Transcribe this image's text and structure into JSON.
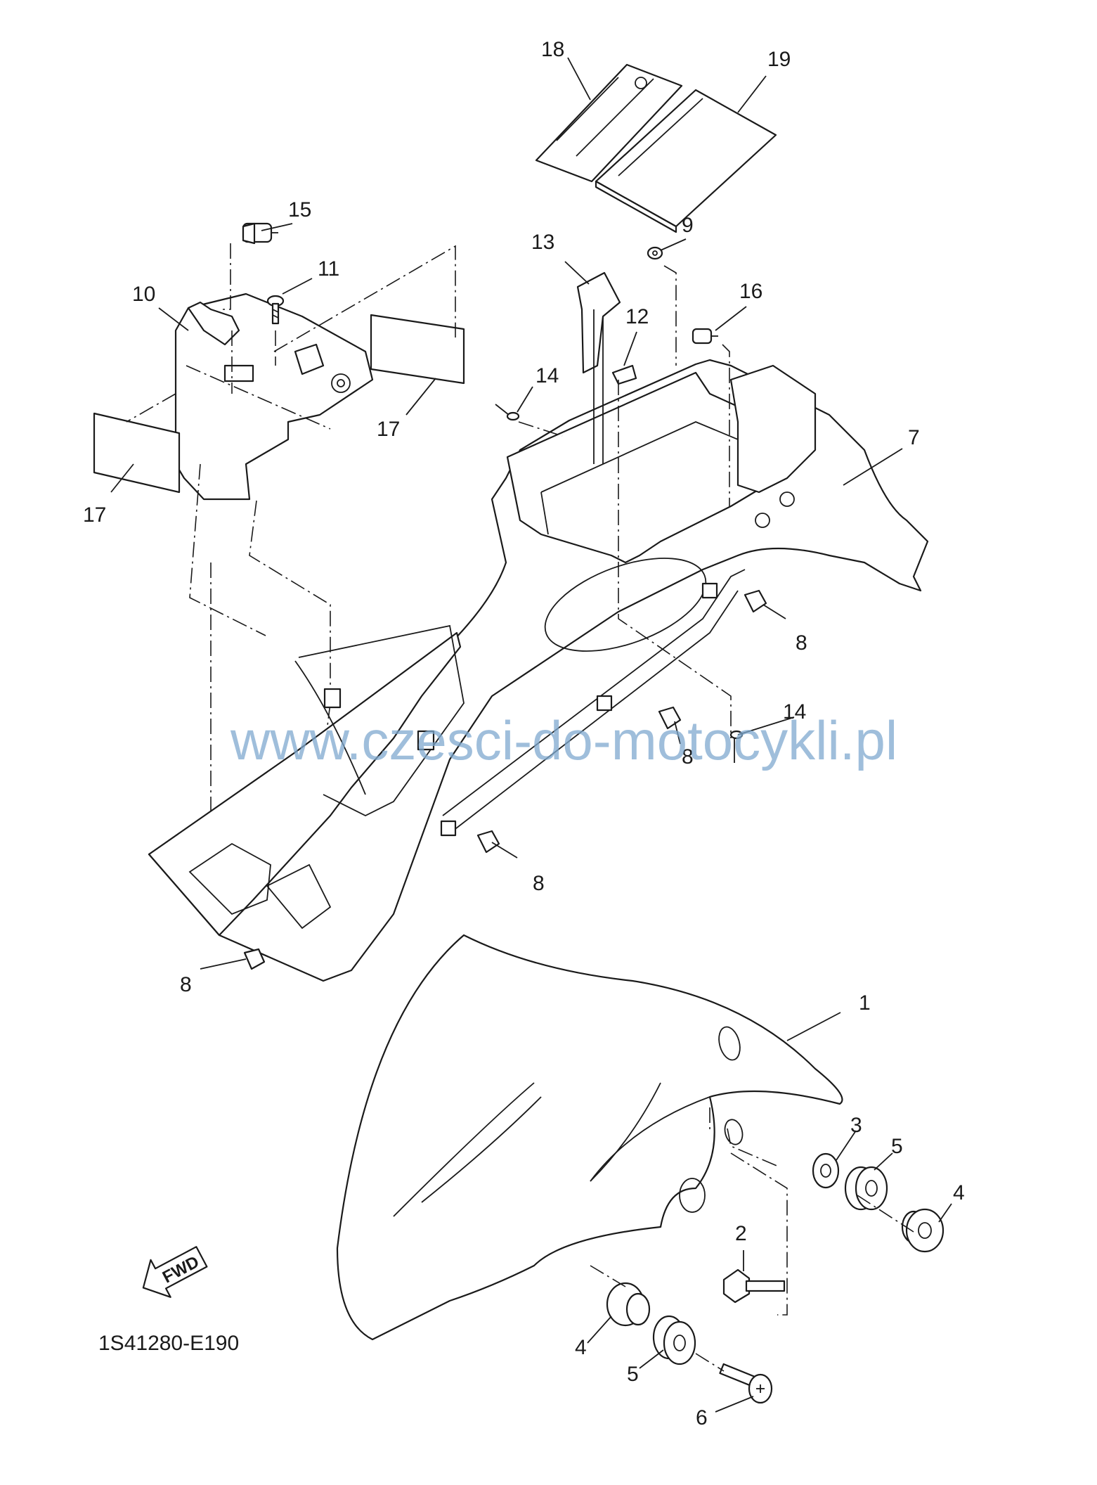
{
  "watermark": "www.czesci-do-motocykli.pl",
  "diagram_code": "1S41280-E190",
  "fwd_label": "FWD",
  "callouts": {
    "c1": "1",
    "c2": "2",
    "c3": "3",
    "c4a": "4",
    "c4b": "4",
    "c5a": "5",
    "c5b": "5",
    "c6": "6",
    "c7": "7",
    "c8a": "8",
    "c8b": "8",
    "c8c": "8",
    "c8d": "8",
    "c9": "9",
    "c10": "10",
    "c11": "11",
    "c12": "12",
    "c13": "13",
    "c14a": "14",
    "c14b": "14",
    "c15": "15",
    "c16": "16",
    "c17a": "17",
    "c17b": "17",
    "c18": "18",
    "c19": "19"
  }
}
